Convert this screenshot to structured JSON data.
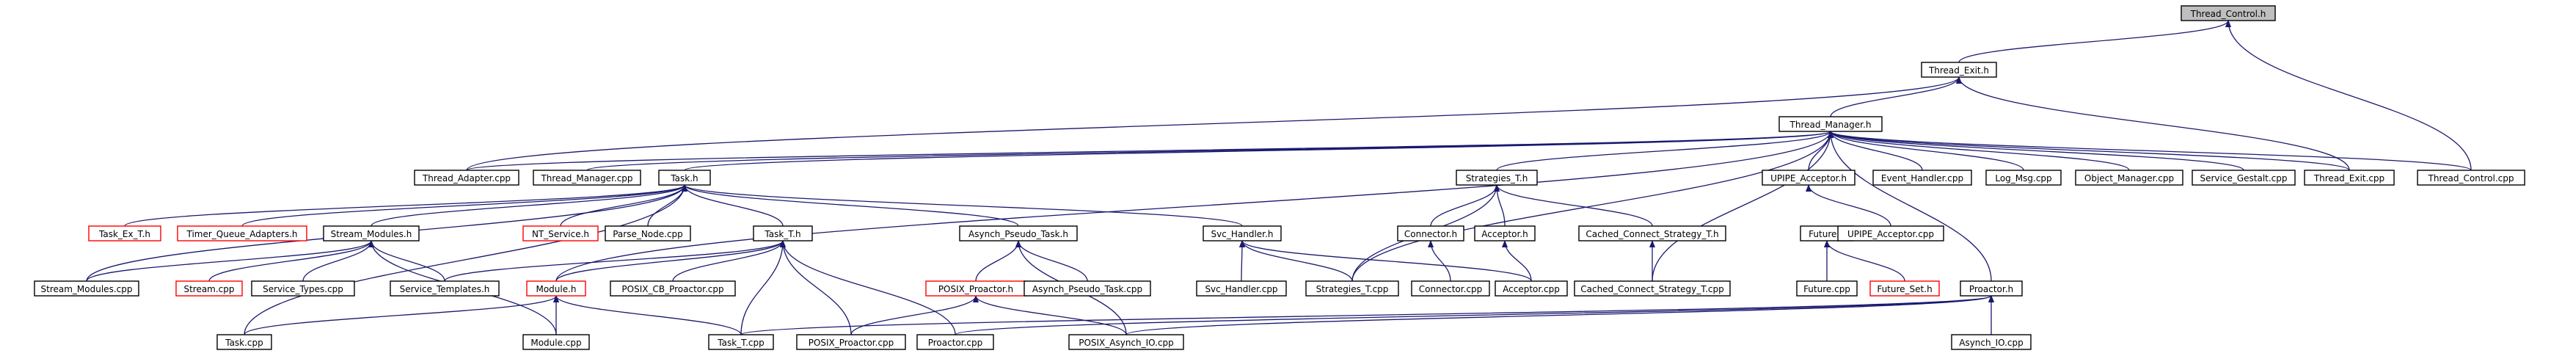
{
  "graph": {
    "colors": {
      "edge": "#191970",
      "root_fill": "#bfbfbf",
      "normal_border": "#000000",
      "red_border": "#ff0000"
    },
    "nodes": [
      {
        "id": "thread_control_h",
        "label": "Thread_Control.h",
        "style": "root"
      },
      {
        "id": "thread_exit_h",
        "label": "Thread_Exit.h",
        "style": "normal"
      },
      {
        "id": "thread_manager_h",
        "label": "Thread_Manager.h",
        "style": "normal"
      },
      {
        "id": "thread_adapter_cpp",
        "label": "Thread_Adapter.cpp",
        "style": "normal"
      },
      {
        "id": "thread_manager_cpp",
        "label": "Thread_Manager.cpp",
        "style": "normal"
      },
      {
        "id": "task_h",
        "label": "Task.h",
        "style": "normal"
      },
      {
        "id": "strategies_t_h",
        "label": "Strategies_T.h",
        "style": "normal"
      },
      {
        "id": "upipe_acceptor_h",
        "label": "UPIPE_Acceptor.h",
        "style": "normal"
      },
      {
        "id": "event_handler_cpp",
        "label": "Event_Handler.cpp",
        "style": "normal"
      },
      {
        "id": "log_msg_cpp",
        "label": "Log_Msg.cpp",
        "style": "normal"
      },
      {
        "id": "object_manager_cpp",
        "label": "Object_Manager.cpp",
        "style": "normal"
      },
      {
        "id": "service_gestalt_cpp",
        "label": "Service_Gestalt.cpp",
        "style": "normal"
      },
      {
        "id": "thread_exit_cpp",
        "label": "Thread_Exit.cpp",
        "style": "normal"
      },
      {
        "id": "thread_control_cpp",
        "label": "Thread_Control.cpp",
        "style": "normal"
      },
      {
        "id": "task_ex_t_h",
        "label": "Task_Ex_T.h",
        "style": "red"
      },
      {
        "id": "timer_queue_adapters_h",
        "label": "Timer_Queue_Adapters.h",
        "style": "red"
      },
      {
        "id": "stream_modules_h",
        "label": "Stream_Modules.h",
        "style": "normal"
      },
      {
        "id": "nt_service_h",
        "label": "NT_Service.h",
        "style": "red"
      },
      {
        "id": "parse_node_cpp",
        "label": "Parse_Node.cpp",
        "style": "normal"
      },
      {
        "id": "task_t_h",
        "label": "Task_T.h",
        "style": "normal"
      },
      {
        "id": "asynch_pseudo_task_h",
        "label": "Asynch_Pseudo_Task.h",
        "style": "normal"
      },
      {
        "id": "svc_handler_h",
        "label": "Svc_Handler.h",
        "style": "normal"
      },
      {
        "id": "connector_h",
        "label": "Connector.h",
        "style": "normal"
      },
      {
        "id": "acceptor_h",
        "label": "Acceptor.h",
        "style": "normal"
      },
      {
        "id": "cached_connect_strategy_t_h",
        "label": "Cached_Connect_Strategy_T.h",
        "style": "normal"
      },
      {
        "id": "future_h",
        "label": "Future.h",
        "style": "normal"
      },
      {
        "id": "upipe_acceptor_cpp",
        "label": "UPIPE_Acceptor.cpp",
        "style": "normal"
      },
      {
        "id": "stream_modules_cpp",
        "label": "Stream_Modules.cpp",
        "style": "normal"
      },
      {
        "id": "stream_cpp",
        "label": "Stream.cpp",
        "style": "red"
      },
      {
        "id": "service_types_cpp",
        "label": "Service_Types.cpp",
        "style": "normal"
      },
      {
        "id": "service_templates_h",
        "label": "Service_Templates.h",
        "style": "normal"
      },
      {
        "id": "module_h",
        "label": "Module.h",
        "style": "red"
      },
      {
        "id": "posix_cb_proactor_cpp",
        "label": "POSIX_CB_Proactor.cpp",
        "style": "normal"
      },
      {
        "id": "posix_proactor_h",
        "label": "POSIX_Proactor.h",
        "style": "red"
      },
      {
        "id": "asynch_pseudo_task_cpp",
        "label": "Asynch_Pseudo_Task.cpp",
        "style": "normal"
      },
      {
        "id": "svc_handler_cpp",
        "label": "Svc_Handler.cpp",
        "style": "normal"
      },
      {
        "id": "strategies_t_cpp",
        "label": "Strategies_T.cpp",
        "style": "normal"
      },
      {
        "id": "connector_cpp",
        "label": "Connector.cpp",
        "style": "normal"
      },
      {
        "id": "acceptor_cpp",
        "label": "Acceptor.cpp",
        "style": "normal"
      },
      {
        "id": "cached_connect_strategy_t_cpp",
        "label": "Cached_Connect_Strategy_T.cpp",
        "style": "normal"
      },
      {
        "id": "future_cpp",
        "label": "Future.cpp",
        "style": "normal"
      },
      {
        "id": "future_set_h",
        "label": "Future_Set.h",
        "style": "red"
      },
      {
        "id": "proactor_h",
        "label": "Proactor.h",
        "style": "normal"
      },
      {
        "id": "task_cpp",
        "label": "Task.cpp",
        "style": "normal"
      },
      {
        "id": "module_cpp",
        "label": "Module.cpp",
        "style": "normal"
      },
      {
        "id": "task_t_cpp",
        "label": "Task_T.cpp",
        "style": "normal"
      },
      {
        "id": "posix_proactor_cpp",
        "label": "POSIX_Proactor.cpp",
        "style": "normal"
      },
      {
        "id": "proactor_cpp",
        "label": "Proactor.cpp",
        "style": "normal"
      },
      {
        "id": "posix_asynch_io_cpp",
        "label": "POSIX_Asynch_IO.cpp",
        "style": "normal"
      },
      {
        "id": "asynch_io_cpp",
        "label": "Asynch_IO.cpp",
        "style": "normal"
      }
    ]
  }
}
